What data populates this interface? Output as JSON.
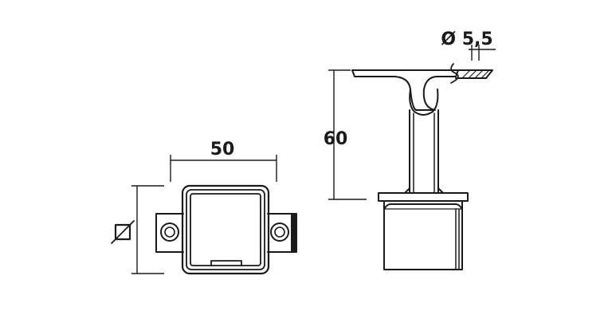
{
  "dimensions": {
    "width_label": "50",
    "height_label": "60",
    "square_symbol": "□",
    "hole_label": "Ø 5,5"
  },
  "colors": {
    "line": "#1a1a1a",
    "background": "#ffffff"
  }
}
